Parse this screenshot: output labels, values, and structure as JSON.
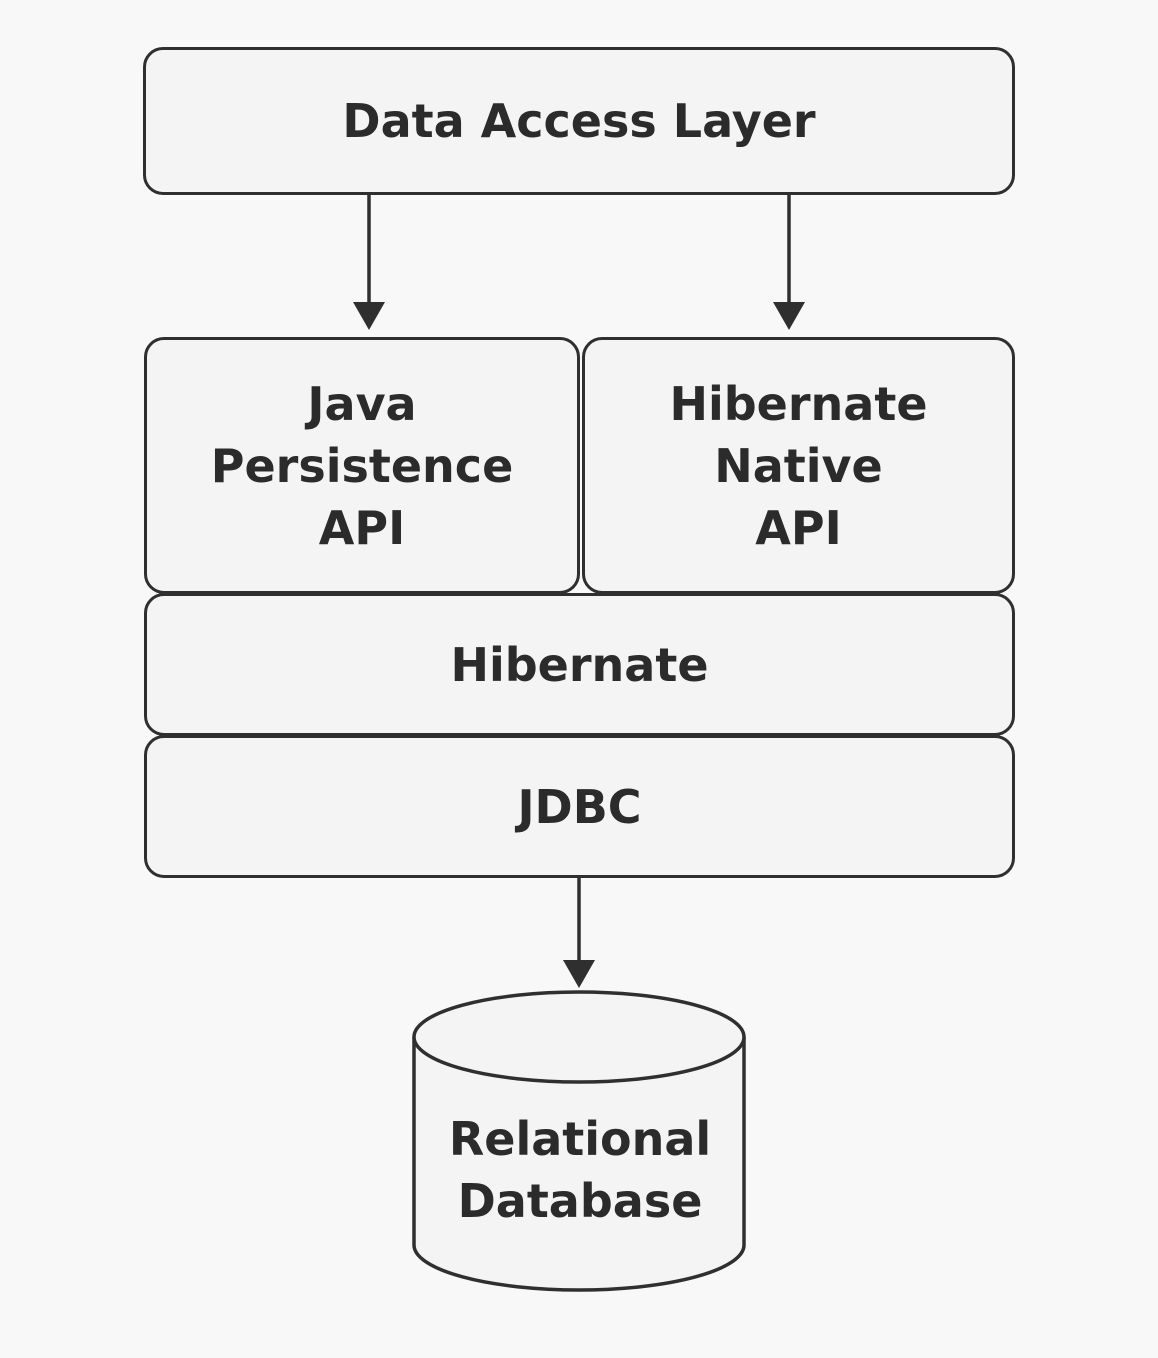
{
  "layers": {
    "data_access": "Data Access Layer",
    "jpa": [
      "Java",
      "Persistence",
      "API"
    ],
    "hibernate_native": [
      "Hibernate",
      "Native",
      "API"
    ],
    "hibernate": "Hibernate",
    "jdbc": "JDBC"
  },
  "database": [
    "Relational",
    "Database"
  ],
  "colors": {
    "stroke": "#2f2f2f",
    "box_fill": "#f4f4f4",
    "background": "#f8f8f8",
    "text": "#2b2b2b"
  }
}
